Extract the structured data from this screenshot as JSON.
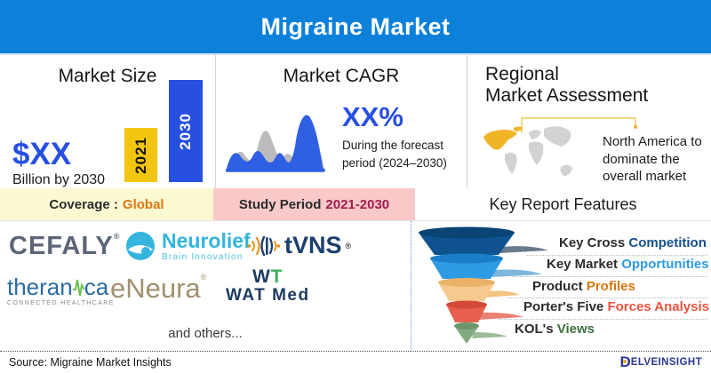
{
  "banner": {
    "title": "Migraine Market",
    "bg_color": "#0d80da"
  },
  "market_size": {
    "title": "Market Size",
    "value": "$XX",
    "caption": "Billion by 2030",
    "bars": [
      {
        "label": "2021",
        "color": "#f3c513"
      },
      {
        "label": "2030",
        "color": "#2850e0"
      }
    ]
  },
  "market_cagr": {
    "title": "Market CAGR",
    "value": "XX%",
    "caption_line1": "During the forecast",
    "caption_line2": "period (2024–2030)"
  },
  "regional": {
    "title_line1": "Regional",
    "title_line2": "Market Assessment",
    "note_line1": "North America to",
    "note_line2": "dominate the",
    "note_line3": "overall market",
    "highlight_color": "#f0b429"
  },
  "bands": {
    "coverage_label": "Coverage :",
    "coverage_value": "Global",
    "coverage_bg": "#fbf9d2",
    "coverage_accent": "#e07713",
    "study_label": "Study Period",
    "study_value": "2021-2030",
    "study_bg": "#f9c9c9",
    "study_accent": "#a11d4f",
    "features_title": "Key Report Features"
  },
  "companies": {
    "cefaly": {
      "name": "CEFALY",
      "reg": "®"
    },
    "neurolief": {
      "name": "Neurolief",
      "subtitle": "Brain Innovation"
    },
    "tvns": {
      "name": "tVNS",
      "reg": "®"
    },
    "theranica": {
      "name_pre": "theran",
      "name_post": "ca",
      "subtitle": "CONNECTED HEALTHCARE"
    },
    "eneura": {
      "name": "eNeura",
      "reg": "®"
    },
    "watmed": {
      "top_w": "W",
      "top_t": "T",
      "bottom": "WAT Med"
    },
    "others": "and others..."
  },
  "funnel": {
    "items": [
      {
        "plain": "Key Cross",
        "accent": "Competition",
        "color": "#0e5390",
        "accent_color": "#164f8f"
      },
      {
        "plain": "Key Market",
        "accent": "Opportunities",
        "color": "#2e9be5",
        "accent_color": "#2e9be5"
      },
      {
        "plain": "Product",
        "accent": "Profiles",
        "color": "#f6ca8e",
        "accent_color": "#d9760f"
      },
      {
        "plain": "Porter's Five",
        "accent": "Forces Analysis",
        "color": "#e7604d",
        "accent_color": "#e8543f"
      },
      {
        "plain": "KOL's",
        "accent": "Views",
        "color": "#83aa80",
        "accent_color": "#3c713c"
      }
    ]
  },
  "footer": {
    "source": "Source: Migraine Market Insights",
    "brand_d": "D",
    "brand_rest": "ELVEINSIGHT"
  }
}
